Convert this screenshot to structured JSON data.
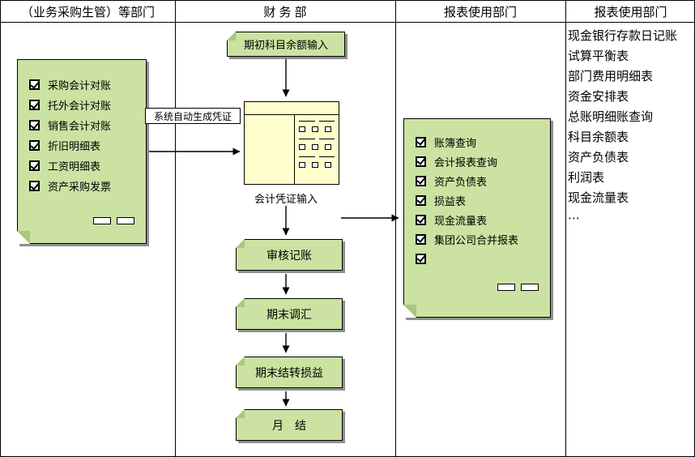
{
  "colors": {
    "note_green": "#cbe2a2",
    "note_fold": "#a9c77f",
    "form_yellow": "#ffffcc",
    "shadow_gray": "#8f8f8f",
    "line_black": "#000000",
    "background": "#ffffff"
  },
  "headers": {
    "col1": "（业务采购生管）等部门",
    "col2": "财 务 部",
    "col3": "报表使用部门",
    "col4": "报表使用部门"
  },
  "source_doc": {
    "items": [
      "采购会计对账",
      "托外会计对账",
      "销售会计对账",
      "折旧明细表",
      "工资明细表",
      "资产采购发票"
    ]
  },
  "finance": {
    "opening_balance": "期初科目余额输入",
    "auto_voucher_label": "系统自动生成凭证",
    "voucher_input_label": "会计凭证输入",
    "steps": [
      "审核记账",
      "期末调汇",
      "期末结转损益",
      "月　结"
    ]
  },
  "report_doc": {
    "items": [
      "账簿查询",
      "会计报表查询",
      "资产负债表",
      "损益表",
      "现金流量表",
      "集团公司合并报表",
      ""
    ]
  },
  "report_list": {
    "items": [
      "现金银行存款日记账",
      "试算平衡表",
      "部门费用明细表",
      "资金安排表",
      "总账明细账查询",
      "科目余额表",
      "资产负债表",
      "利润表",
      "现金流量表",
      "⋯"
    ]
  }
}
